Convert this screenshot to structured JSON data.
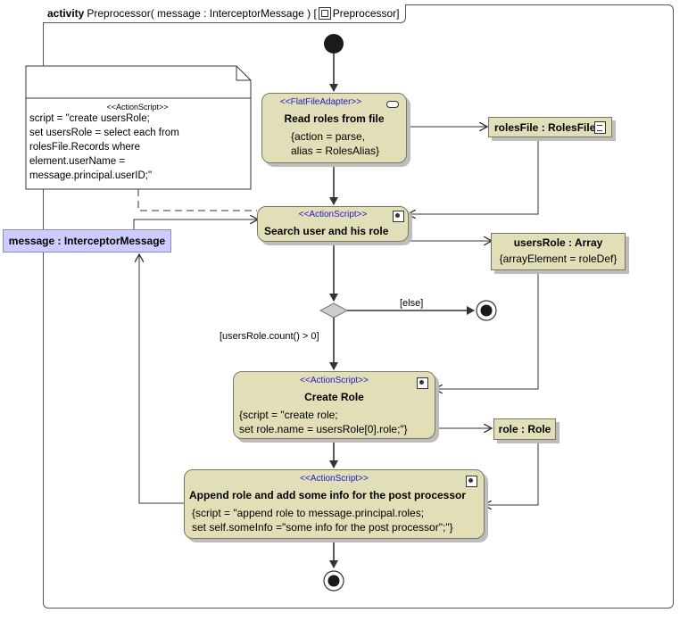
{
  "frame": {
    "keyword": "activity",
    "signature": "Preprocessor( message : InterceptorMessage ) [",
    "icon": "activity-icon",
    "name": "Preprocessor",
    "close": "]"
  },
  "note": {
    "stereotype": "<<ActionScript>>",
    "lines": [
      "script = \"create usersRole;",
      "set usersRole = select each from",
      "rolesFile.Records where",
      "element.userName =",
      "message.principal.userID;\""
    ]
  },
  "actions": {
    "read": {
      "stereotype": "<<FlatFileAdapter>>",
      "name": "Read roles from file",
      "lines": [
        "{action = parse,",
        "alias = RolesAlias}"
      ]
    },
    "search": {
      "stereotype": "<<ActionScript>>",
      "name": "Search user and his role"
    },
    "create": {
      "stereotype": "<<ActionScript>>",
      "name": "Create Role",
      "lines": [
        "{script = \"create role;",
        "set role.name = usersRole[0].role;\"}"
      ]
    },
    "append": {
      "stereotype": "<<ActionScript>>",
      "name": "Append role and add some info for the post processor",
      "lines": [
        "{script = \"append role to message.principal.roles;",
        "set self.someInfo =\"some info for the post processor\";\"}"
      ]
    }
  },
  "objects": {
    "rolesFile": {
      "label": "rolesFile : RolesFile"
    },
    "usersRole": {
      "label": "usersRole : Array",
      "constraint": "{arrayElement = roleDef}"
    },
    "role": {
      "label": "role : Role"
    },
    "message": {
      "label": "message : InterceptorMessage"
    }
  },
  "guards": {
    "else": "[else]",
    "count": "[usersRole.count() > 0]"
  },
  "colors": {
    "action_fill": "#e2deb8",
    "parameter_fill": "#ccccff",
    "stereotype_text": "#2020c0"
  }
}
